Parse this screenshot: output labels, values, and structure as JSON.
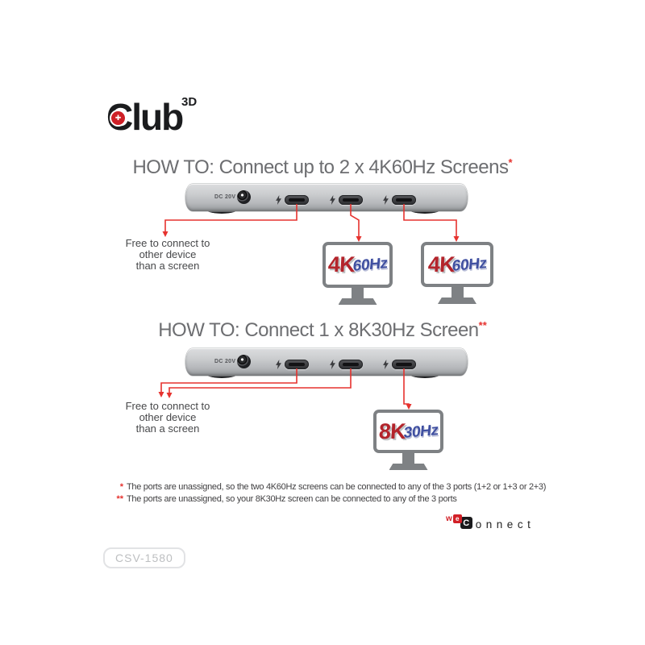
{
  "brand": {
    "logo_text": "Club",
    "logo_superscript": "3D"
  },
  "sections": [
    {
      "title": "HOW TO: Connect up to 2 x 4K60Hz Screens",
      "footnote_marker": "*",
      "free_note_lines": [
        "Free to connect to",
        "other device",
        "than a screen"
      ],
      "monitors": [
        {
          "resolution": "4K",
          "refresh": "60Hz"
        },
        {
          "resolution": "4K",
          "refresh": "60Hz"
        }
      ]
    },
    {
      "title": "HOW TO: Connect 1 x 8K30Hz Screen",
      "footnote_marker": "**",
      "free_note_lines": [
        "Free to connect to",
        "other device",
        "than a screen"
      ],
      "monitors": [
        {
          "resolution": "8K",
          "refresh": "30Hz"
        }
      ]
    }
  ],
  "device": {
    "power_label": "DC 20V",
    "port_count": 3,
    "port_icon": "thunderbolt-icon"
  },
  "footnotes": [
    {
      "marker": "*",
      "text": "The ports are unassigned, so the two 4K60Hz screens can be connected to any of the 3 ports (1+2 or 1+3 or 2+3)"
    },
    {
      "marker": "**",
      "text": "The ports are unassigned, so your 8K30Hz screen can be connected to any of the 3 ports"
    }
  ],
  "weconnect": {
    "w": "w",
    "e": "e",
    "c_letter": "C",
    "rest": "onnect"
  },
  "product_code": "CSV-1580",
  "colors": {
    "accent_red": "#e6322e",
    "resolution_red": "#b3242b",
    "refresh_blue": "#3f4fa0",
    "heading_gray": "#6d6e71",
    "body_gray": "#414042"
  }
}
